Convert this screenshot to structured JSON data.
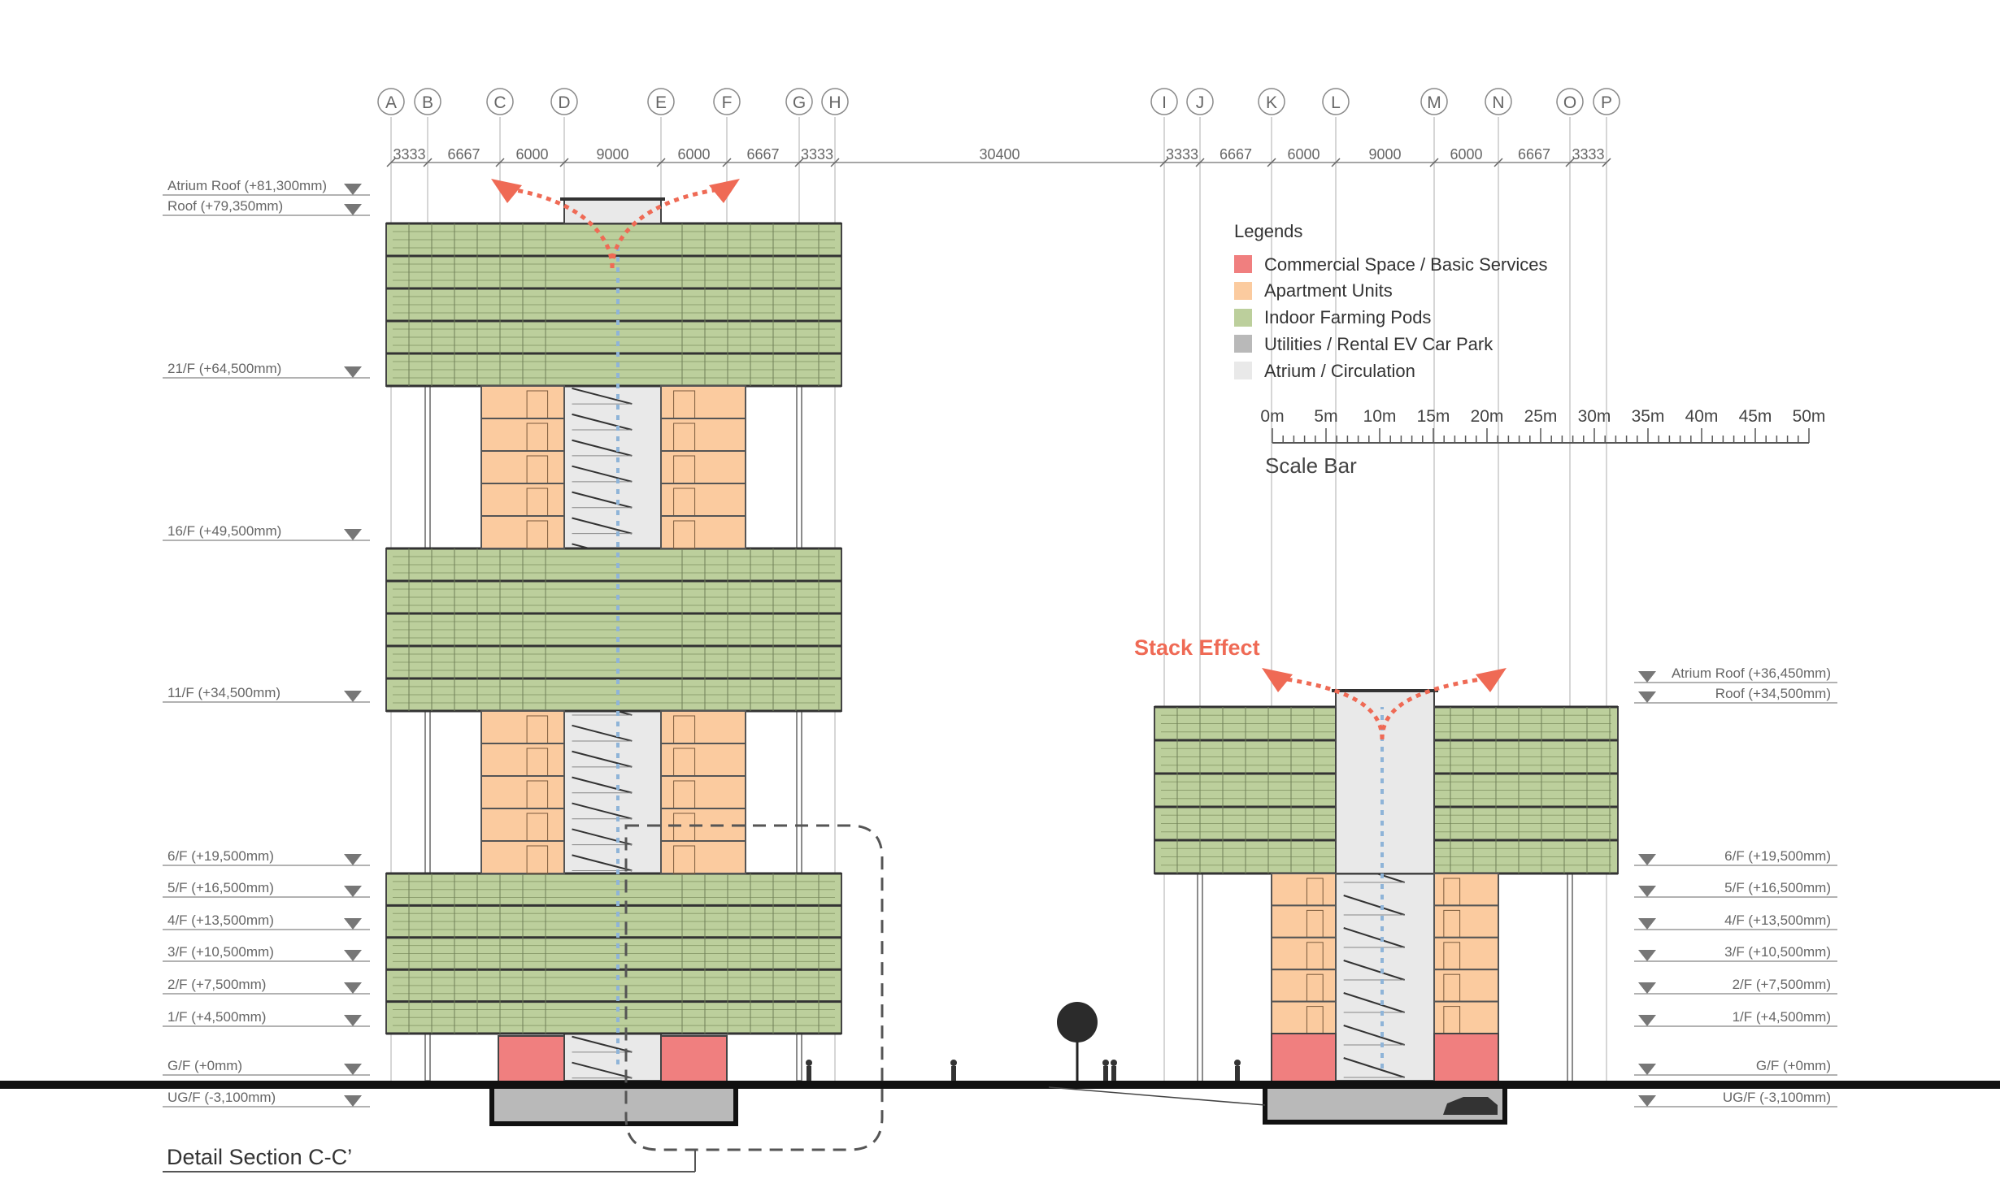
{
  "grid": {
    "labels": [
      "A",
      "B",
      "C",
      "D",
      "E",
      "F",
      "G",
      "H",
      "I",
      "J",
      "K",
      "L",
      "M",
      "N",
      "O",
      "P"
    ],
    "spacings": [
      "3333",
      "6667",
      "6000",
      "9000",
      "6000",
      "6667",
      "3333",
      "30400",
      "3333",
      "6667",
      "6000",
      "9000",
      "6000",
      "6667",
      "3333"
    ]
  },
  "left_levels": [
    "Atrium Roof (+81,300mm)",
    "Roof (+79,350mm)",
    "21/F (+64,500mm)",
    "16/F (+49,500mm)",
    "11/F (+34,500mm)",
    "6/F (+19,500mm)",
    "5/F (+16,500mm)",
    "4/F (+13,500mm)",
    "3/F (+10,500mm)",
    "2/F (+7,500mm)",
    "1/F (+4,500mm)",
    "G/F (+0mm)",
    "UG/F (-3,100mm)"
  ],
  "right_levels": [
    "Atrium Roof (+36,450mm)",
    "Roof (+34,500mm)",
    "6/F (+19,500mm)",
    "5/F (+16,500mm)",
    "4/F (+13,500mm)",
    "3/F (+10,500mm)",
    "2/F (+7,500mm)",
    "1/F (+4,500mm)",
    "G/F (+0mm)",
    "UG/F (-3,100mm)"
  ],
  "legend": {
    "title": "Legends",
    "items": [
      {
        "label": "Commercial Space / Basic Services",
        "color": "#f07f7f"
      },
      {
        "label": "Apartment Units",
        "color": "#fbcb9f"
      },
      {
        "label": "Indoor Farming Pods",
        "color": "#bccf9c"
      },
      {
        "label": "Utilities / Rental EV Car Park",
        "color": "#b9b9b9"
      },
      {
        "label": "Atrium / Circulation",
        "color": "#e9e9e9"
      }
    ]
  },
  "scale_bar": {
    "ticks": [
      "0m",
      "5m",
      "10m",
      "15m",
      "20m",
      "25m",
      "30m",
      "35m",
      "40m",
      "45m",
      "50m"
    ],
    "label": "Scale Bar"
  },
  "stack_effect_label": "Stack Effect",
  "detail_label": "Detail Section C-C’",
  "colors": {
    "commercial": "#f07f7f",
    "apartment": "#fbcb9f",
    "farming": "#bccf9c",
    "utilities": "#b9b9b9",
    "atrium": "#e9e9e9",
    "arrow": "#ef6a55",
    "airflow": "#8fb4d8",
    "line": "#555555"
  }
}
